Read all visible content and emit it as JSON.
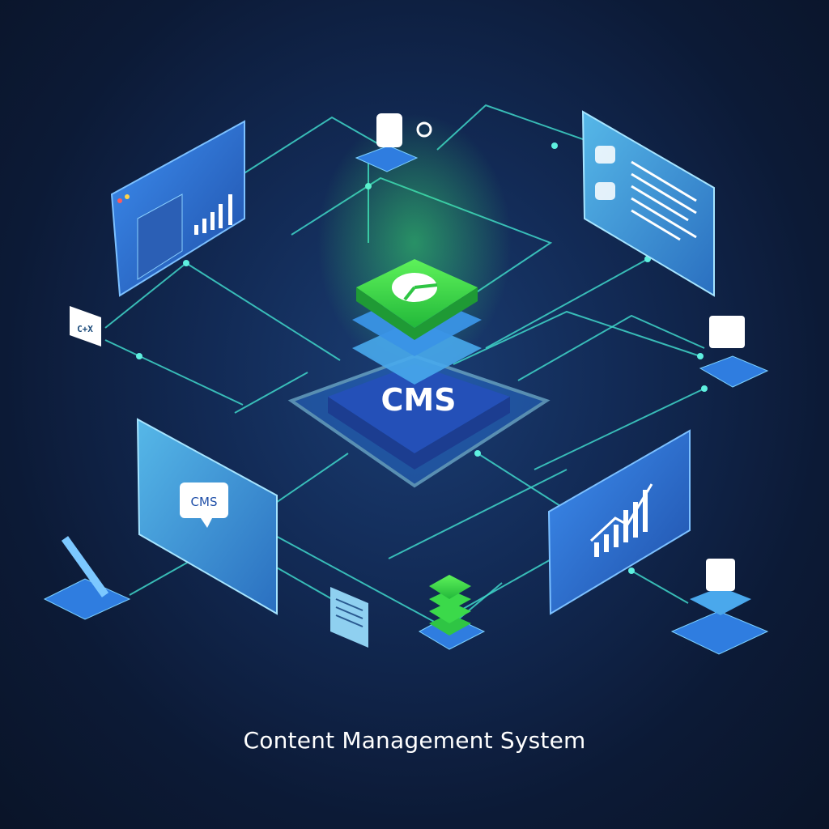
{
  "core": {
    "label": "CMS"
  },
  "left_panel": {
    "label": "CMS"
  },
  "code_badge": {
    "label": "C+X"
  },
  "caption": "Content Management System",
  "colors": {
    "background": "#122a55",
    "accent_green": "#3bd94a",
    "accent_blue": "#2f7de0",
    "line": "#3fd6c9"
  },
  "icons": [
    "pie-chart-icon",
    "bar-chart-icon",
    "line-chart-icon",
    "document-icon",
    "code-icon",
    "chat-icon",
    "database-icon",
    "arrow-icon",
    "refresh-icon",
    "image-icon"
  ]
}
